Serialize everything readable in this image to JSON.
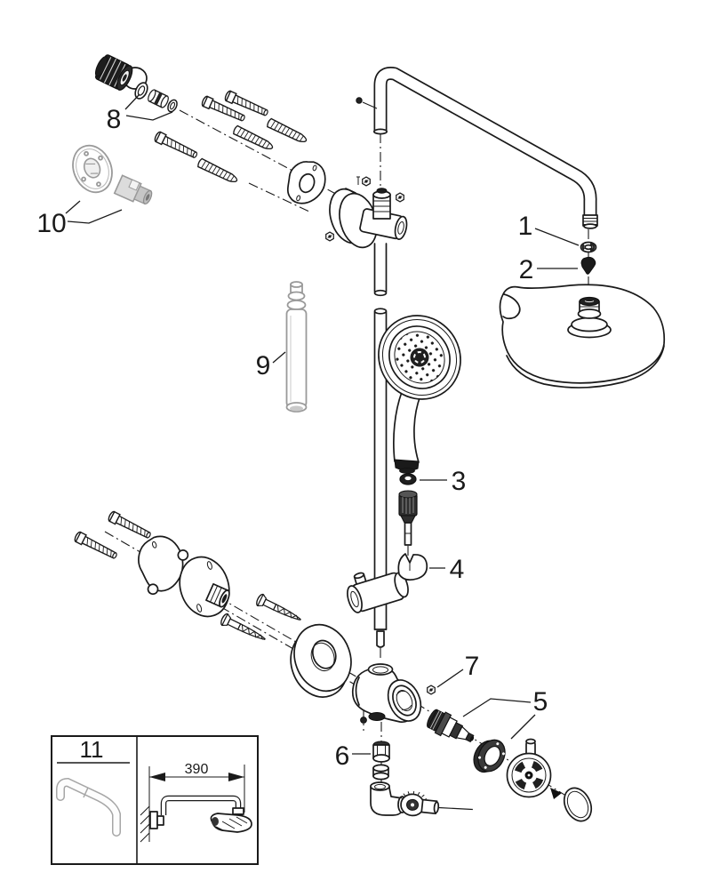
{
  "callouts": {
    "c1": "1",
    "c2": "2",
    "c3": "3",
    "c4": "4",
    "c5": "5",
    "c6": "6",
    "c7": "7",
    "c8": "8",
    "c9": "9",
    "c10": "10"
  },
  "inset": {
    "callout": "11",
    "dimension": "390"
  },
  "colors": {
    "ink": "#1a1a1a",
    "gray_part": "#9a9a9a",
    "paper": "#ffffff"
  }
}
